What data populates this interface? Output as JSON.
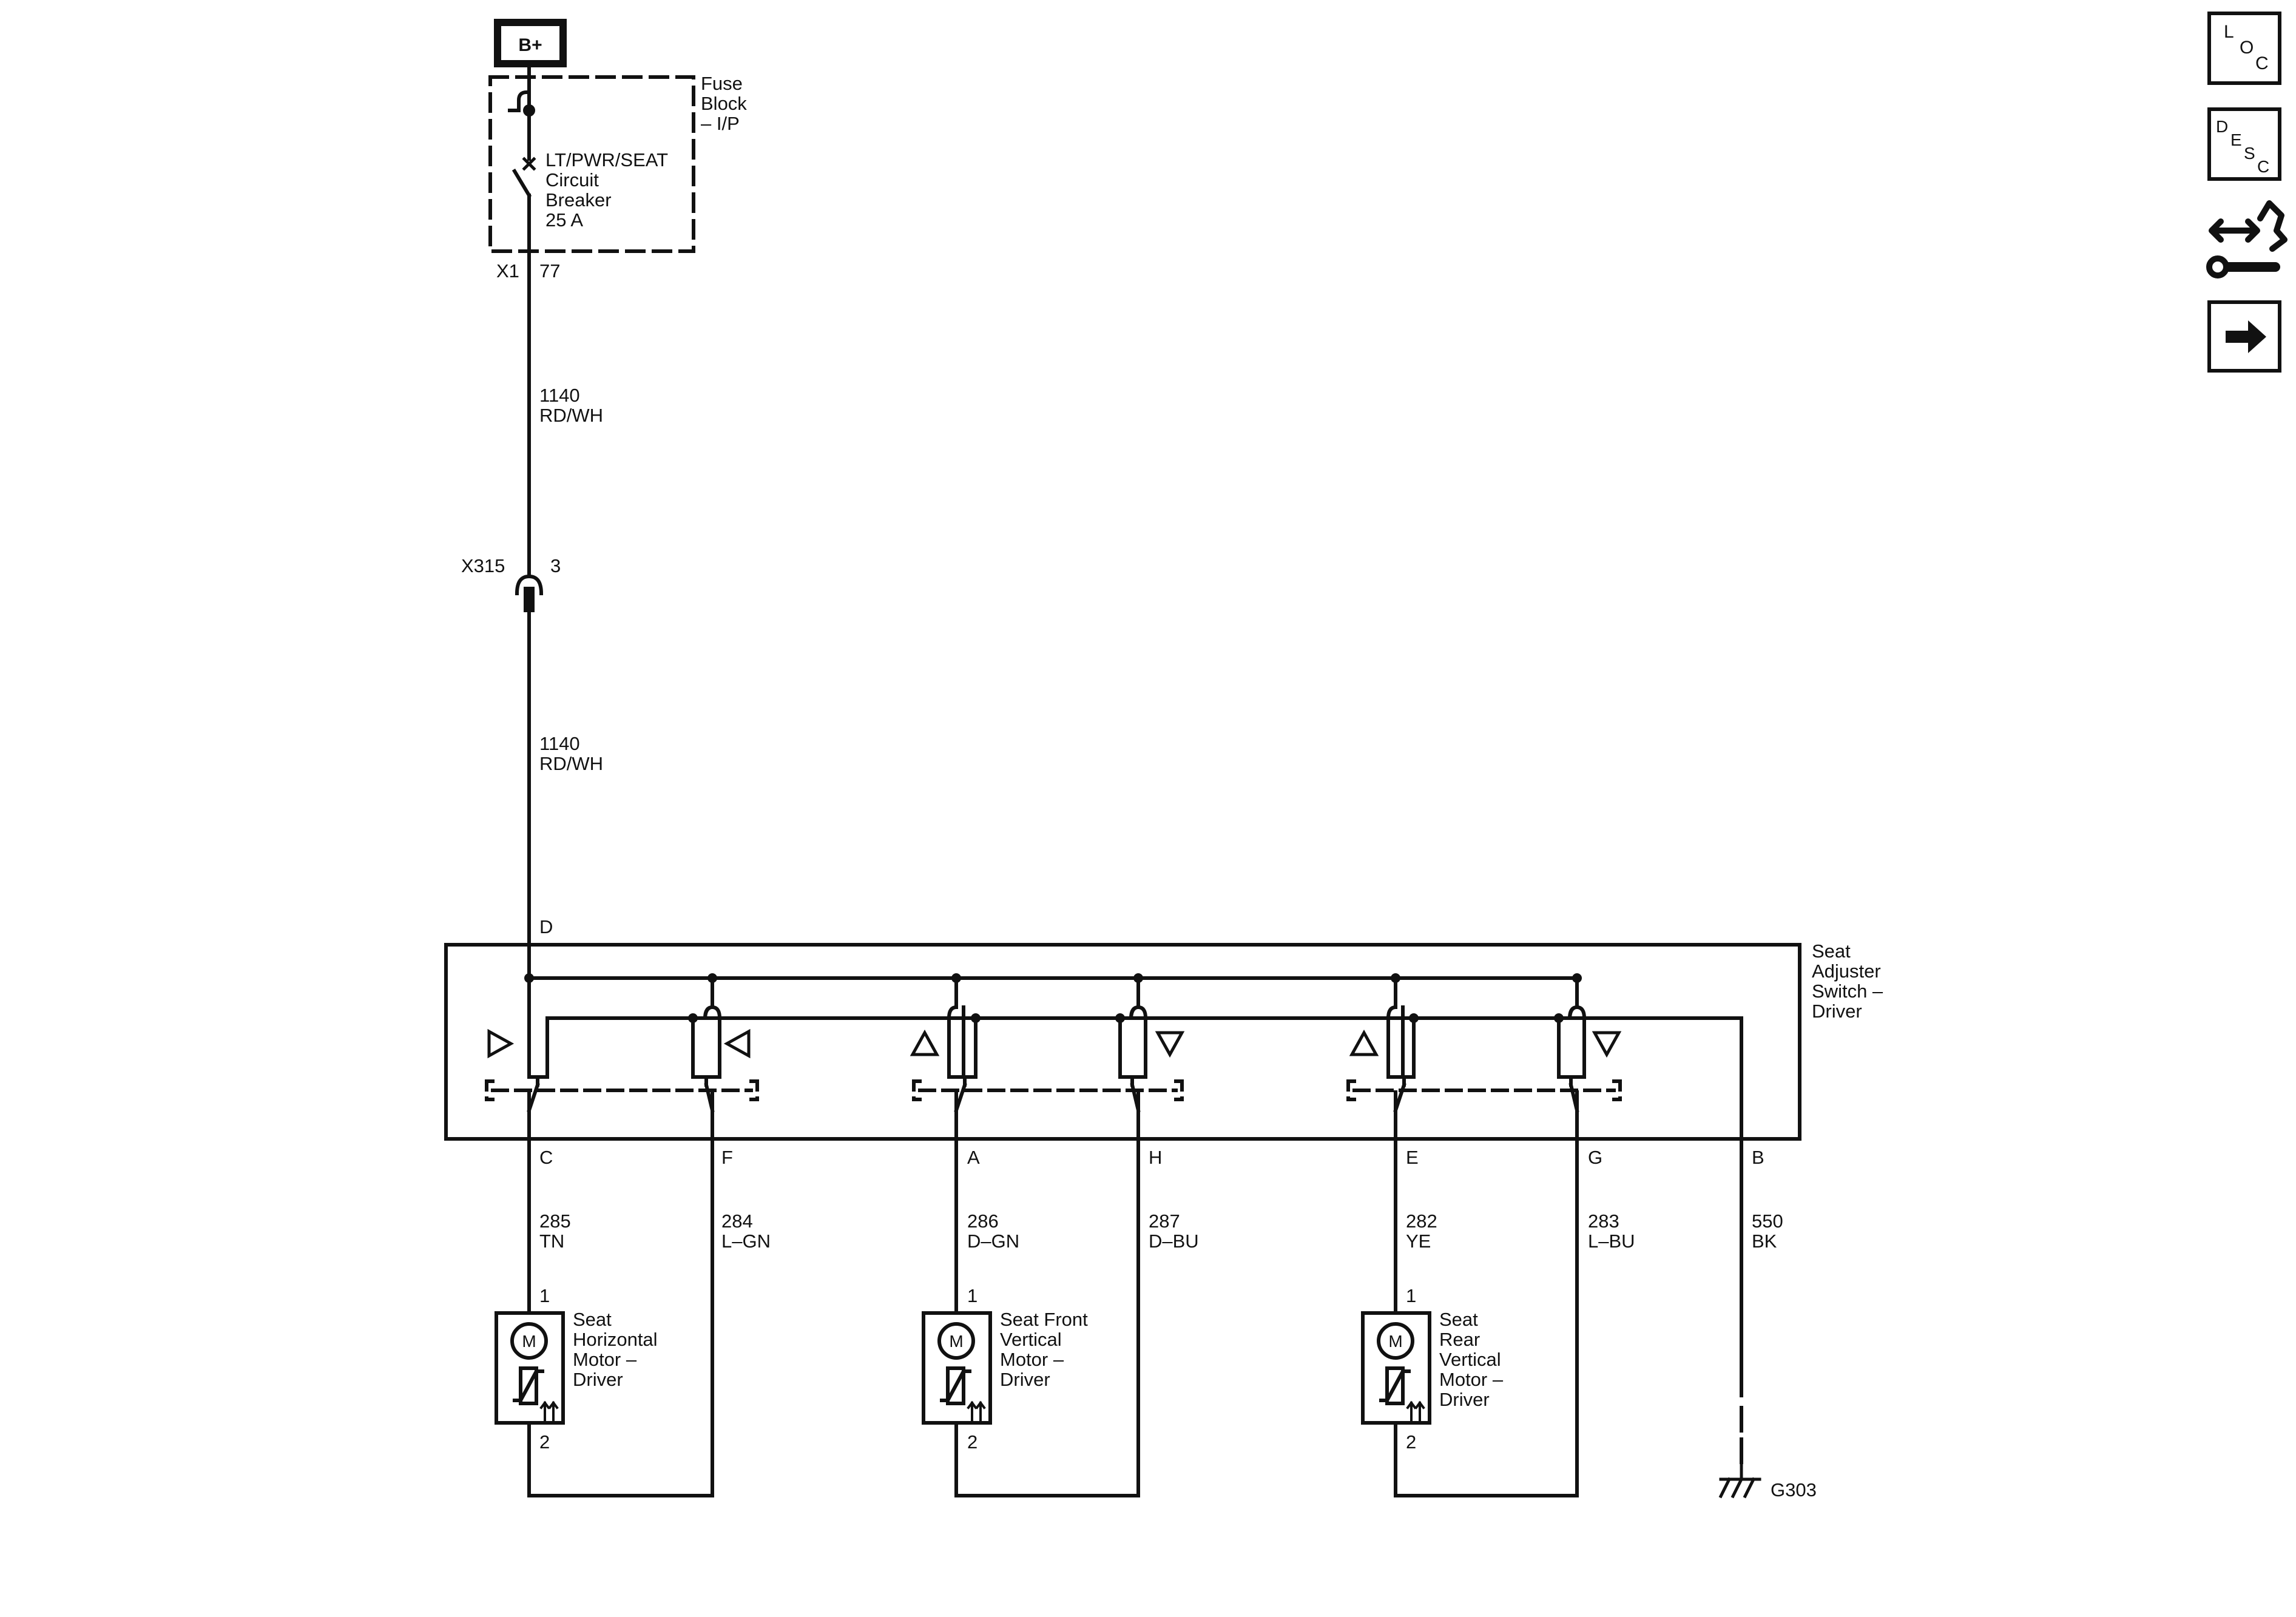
{
  "supply": {
    "label": "B+"
  },
  "fuse_block": {
    "name": [
      "Fuse",
      "Block",
      "– I/P"
    ],
    "device": [
      "LT/PWR/SEAT",
      "Circuit",
      "Breaker",
      "25 A"
    ],
    "connector": "X1",
    "pin": "77"
  },
  "wire_top": {
    "circuit": "1140",
    "color": "RD/WH"
  },
  "inline_connector": {
    "name": "X315",
    "pin": "3"
  },
  "wire_mid": {
    "circuit": "1140",
    "color": "RD/WH"
  },
  "switch": {
    "name": [
      "Seat",
      "Adjuster",
      "Switch –",
      "Driver"
    ],
    "input_pin": "D"
  },
  "pins": [
    {
      "pin": "C",
      "circuit": "285",
      "color": "TN"
    },
    {
      "pin": "F",
      "circuit": "284",
      "color": "L–GN"
    },
    {
      "pin": "A",
      "circuit": "286",
      "color": "D–GN"
    },
    {
      "pin": "H",
      "circuit": "287",
      "color": "D–BU"
    },
    {
      "pin": "E",
      "circuit": "282",
      "color": "YE"
    },
    {
      "pin": "G",
      "circuit": "283",
      "color": "L–BU"
    },
    {
      "pin": "B",
      "circuit": "550",
      "color": "BK"
    }
  ],
  "motors": [
    {
      "name": [
        "Seat",
        "Horizontal",
        "Motor –",
        "Driver"
      ],
      "pin_top": "1",
      "pin_bottom": "2",
      "symbol": "M"
    },
    {
      "name": [
        "Seat Front",
        "Vertical",
        "Motor –",
        "Driver"
      ],
      "pin_top": "1",
      "pin_bottom": "2",
      "symbol": "M"
    },
    {
      "name": [
        "Seat",
        "Rear",
        "Vertical",
        "Motor –",
        "Driver"
      ],
      "pin_top": "1",
      "pin_bottom": "2",
      "symbol": "M"
    }
  ],
  "ground": {
    "label": "G303"
  },
  "toolbar": {
    "loc": {
      "l": "L",
      "o": "O",
      "c": "C"
    },
    "desc": {
      "d": "D",
      "e": "E",
      "s": "S",
      "c": "C"
    },
    "connector_icon": "connector-tool-icon",
    "next_icon": "arrow-right-icon"
  },
  "colors": {
    "line": "#111111",
    "background": "#ffffff"
  }
}
